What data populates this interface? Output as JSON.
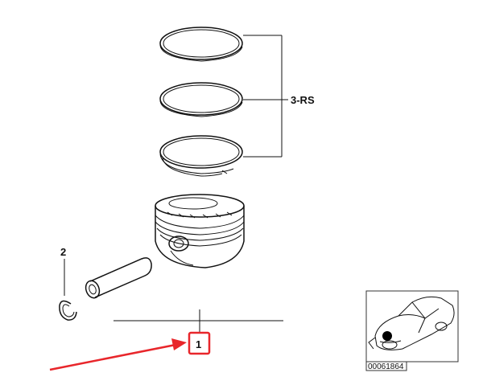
{
  "callouts": {
    "rings_label": "3-RS",
    "pin_clip_label": "2",
    "piston_label": "1"
  },
  "thumbnail": {
    "reference_number": "00061864"
  },
  "colors": {
    "line": "#111111",
    "highlight": "#e8262b",
    "background": "#ffffff",
    "marker": "#000000"
  },
  "icons": {
    "piston_ring": "piston-ring-icon",
    "piston": "piston-icon",
    "wrist_pin": "wrist-pin-icon",
    "circlip": "circlip-icon",
    "vehicle": "car-icon",
    "arrow": "red-arrow-icon"
  }
}
